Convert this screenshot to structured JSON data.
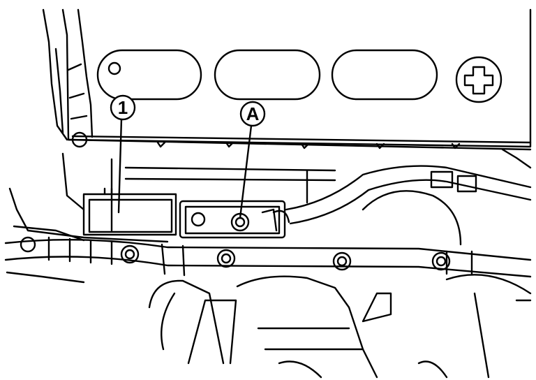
{
  "figure": {
    "callouts": [
      {
        "id": "component-1",
        "label": "1"
      },
      {
        "id": "point-a",
        "label": "A"
      }
    ]
  }
}
